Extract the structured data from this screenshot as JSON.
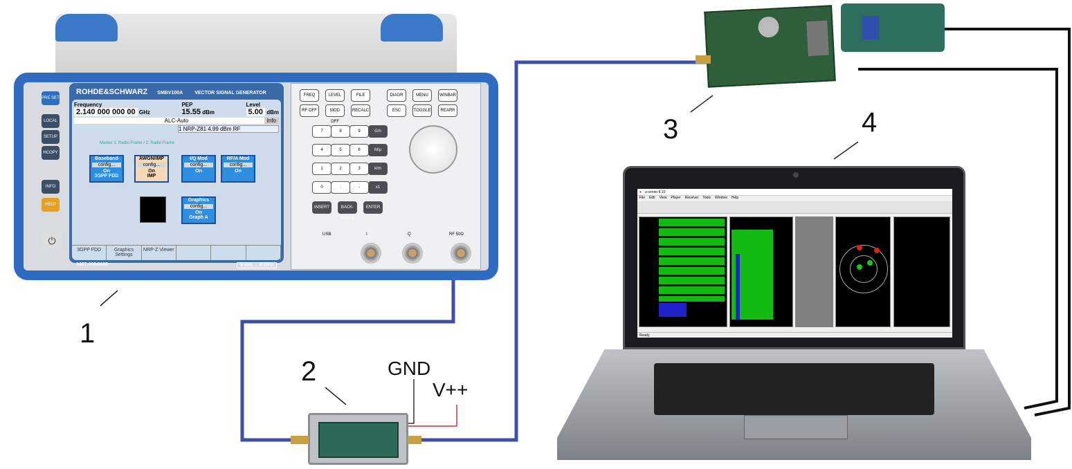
{
  "labels": {
    "n1": "1",
    "n2": "2",
    "n3": "3",
    "n4": "4",
    "gnd": "GND",
    "vpp": "V++"
  },
  "generator": {
    "brand": "ROHDE&SCHWARZ",
    "model": "SMBV100A",
    "type": "VECTOR SIGNAL GENERATOR",
    "frequency_label": "Frequency",
    "frequency": "2.140 000 000 00",
    "frequency_unit": "GHz",
    "pep_label": "PEP",
    "pep": "15.55",
    "pep_unit": "dBm",
    "level_label": "Level",
    "level": "5.00",
    "level_unit": "dBm",
    "alc": "ALC-Auto",
    "info": "Info",
    "sensor": "1  NRP-Z81      4.99 dBm  RF",
    "marker": "Marker 1: Radio Frame / 2: Radio Frame",
    "blocks": [
      {
        "title": "Baseband",
        "cfg": "config...",
        "on": "On",
        "sub": "3GPP FDD"
      },
      {
        "title": "AWGN/IMP",
        "cfg": "config...",
        "on": "On",
        "sub": "IMP"
      },
      {
        "title": "I/Q Mod",
        "cfg": "config...",
        "on": "On",
        "sub": ""
      },
      {
        "title": "RF/A Mod",
        "cfg": "config...",
        "on": "On",
        "sub": ""
      },
      {
        "title": "Graphics",
        "cfg": "config...",
        "on": "On",
        "sub": "Graph A"
      }
    ],
    "softkeys": [
      "3GPP FDD",
      "Graphics Settings",
      "NRP-Z Viewer",
      "",
      "",
      ""
    ],
    "serial": "1407.6004K02",
    "range": "9 kHz ... 6 GHz",
    "side_buttons": [
      "PRE SET",
      "LOCAL",
      "SETUP",
      "HCOPY",
      "INFO",
      "HELP"
    ],
    "keys_top": [
      "FREQ",
      "LEVEL",
      "FILE",
      "RF OFF",
      "MOD OFF",
      "RECALC",
      "DIAGR",
      "MENU",
      "WINBAR",
      "ESC",
      "TOGGLE",
      "REARR"
    ],
    "keypad": [
      "7",
      "8",
      "9",
      "G/n",
      "4",
      "5",
      "6",
      "M/μ",
      "1",
      "2",
      "3",
      "k/m",
      "0",
      ".",
      "-",
      "x1"
    ],
    "keys_bottom": [
      "INSERT",
      "BACK-SPACE",
      "ENTER"
    ],
    "ports": [
      "USB",
      "I",
      "Q",
      "RF 50Ω"
    ]
  },
  "laptop": {
    "app_title": "u-center 8.10",
    "menu": [
      "File",
      "Edit",
      "View",
      "Player",
      "Receiver",
      "Tools",
      "Window",
      "Help"
    ],
    "status": "Ready"
  },
  "colors": {
    "cable_rf": "#3f4fa8",
    "cable_usb": "#111111",
    "gen_blue": "#2f6bc0"
  }
}
